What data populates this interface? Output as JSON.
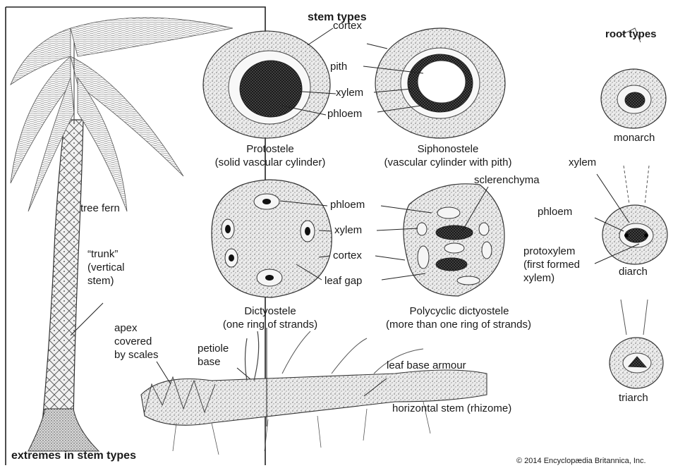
{
  "headings": {
    "stem_types": "stem types",
    "root_types": "root types",
    "extremes": "extremes in stem types"
  },
  "stems": {
    "protostele": {
      "name": "Protostele",
      "desc": "(solid vascular cylinder)"
    },
    "siphonostele": {
      "name": "Siphonostele",
      "desc": "(vascular cylinder with pith)"
    },
    "dictyostele": {
      "name": "Dictyostele",
      "desc": "(one ring of strands)"
    },
    "polycyclic": {
      "name": "Polycyclic dictyostele",
      "desc": "(more than one ring of strands)"
    }
  },
  "parts": {
    "cortex": "cortex",
    "pith": "pith",
    "xylem": "xylem",
    "phloem": "phloem",
    "sclerenchyma": "sclerenchyma",
    "leaf_gap": "leaf gap"
  },
  "roots": {
    "monarch": "monarch",
    "diarch": "diarch",
    "triarch": "triarch",
    "xylem": "xylem",
    "phloem": "phloem",
    "protoxylem": [
      "protoxylem",
      "(first formed",
      "xylem)"
    ]
  },
  "fern": {
    "tree_fern": "tree fern",
    "trunk": [
      "“trunk”",
      "(vertical",
      "stem)"
    ]
  },
  "rhizome": {
    "apex": [
      "apex",
      "covered",
      "by scales"
    ],
    "petiole": [
      "petiole",
      "base"
    ],
    "leaf_base_armour": "leaf base armour",
    "horizontal_stem": "horizontal stem (rhizome)"
  },
  "copyright": "© 2014 Encyclopædia Britannica, Inc."
}
